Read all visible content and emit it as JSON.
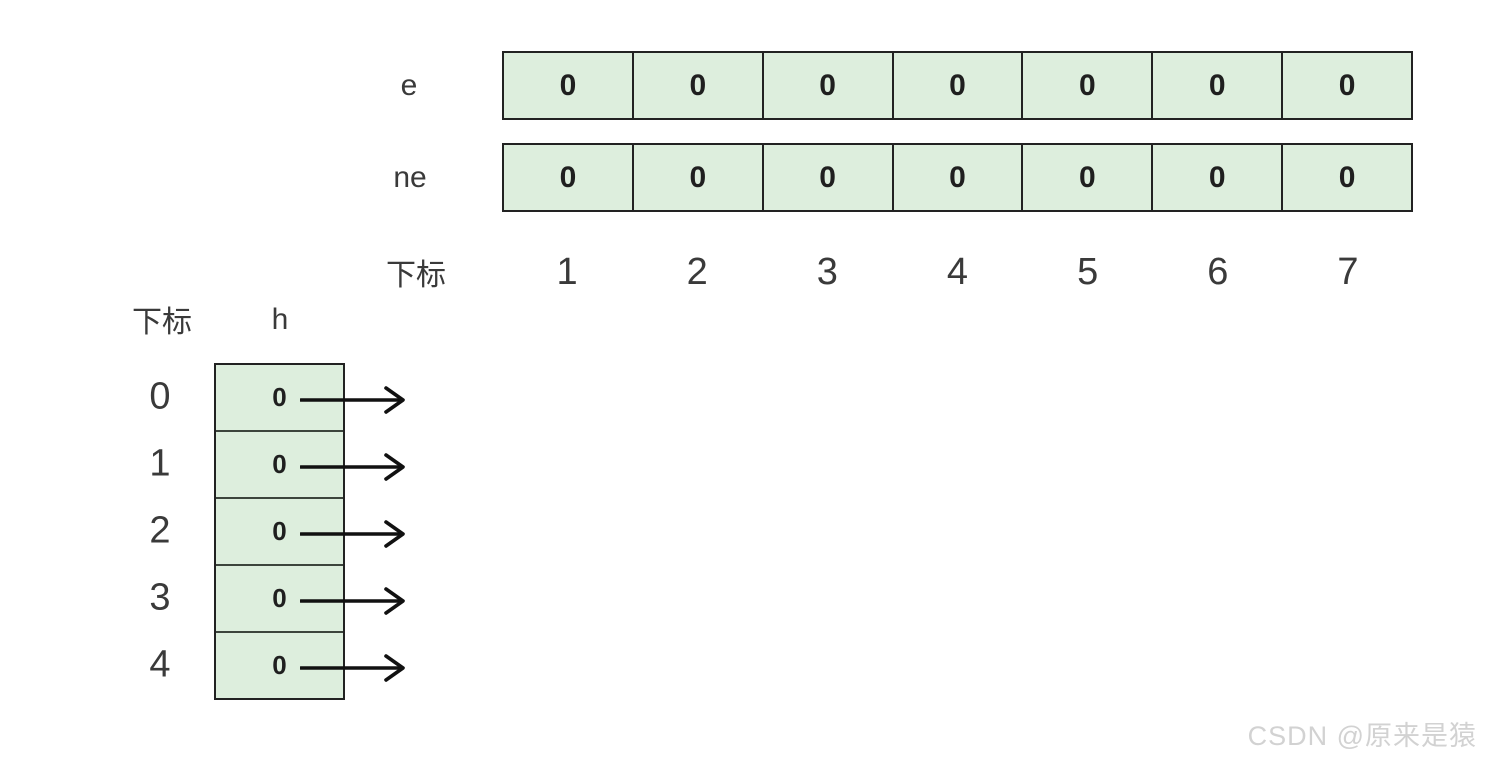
{
  "arrays": {
    "e": {
      "label": "e",
      "values": [
        "0",
        "0",
        "0",
        "0",
        "0",
        "0",
        "0"
      ]
    },
    "ne": {
      "label": "ne",
      "values": [
        "0",
        "0",
        "0",
        "0",
        "0",
        "0",
        "0"
      ]
    },
    "index_row": {
      "label": "下标",
      "values": [
        "1",
        "2",
        "3",
        "4",
        "5",
        "6",
        "7"
      ]
    },
    "h": {
      "index_label": "下标",
      "label": "h",
      "indices": [
        "0",
        "1",
        "2",
        "3",
        "4"
      ],
      "values": [
        "0",
        "0",
        "0",
        "0",
        "0"
      ]
    }
  },
  "colors": {
    "cell_fill": "#ddeedd",
    "border": "#222222",
    "value_text": "#1f1f1f",
    "label_text": "#3a3a3a",
    "arrow": "#111111",
    "watermark_text": "#d2d2d2"
  },
  "watermark": "CSDN @原来是猿"
}
